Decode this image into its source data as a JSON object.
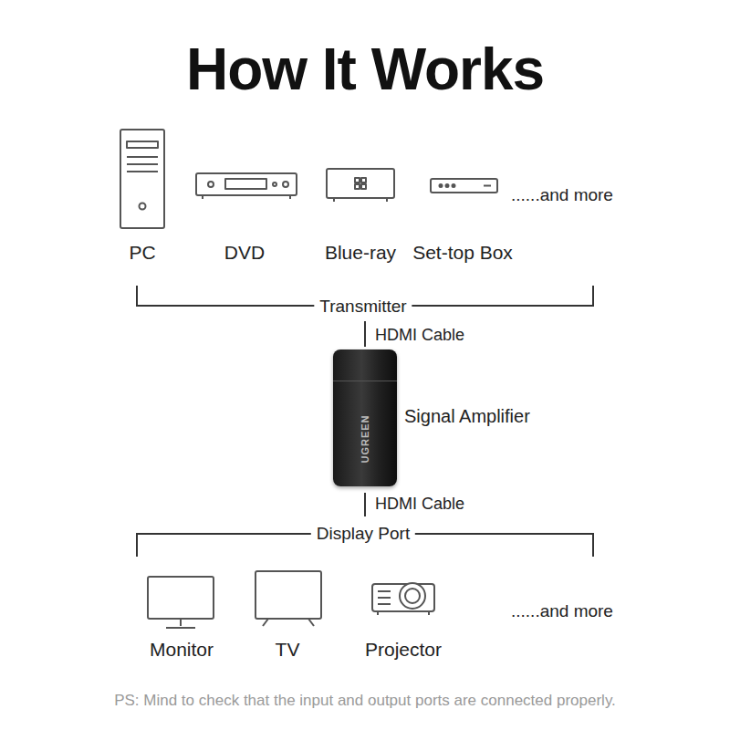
{
  "diagram": {
    "title": "How It Works",
    "caption": "PS: Mind to check that the input and output ports are connected properly.",
    "nodes": [
      {
        "text": [
          "UGREEN",
          "Signal Amplifier"
        ]
      }
    ],
    "labels": [
      "PC",
      "DVD",
      "Blue-ray",
      "Set-top Box",
      "......and more",
      "Transmitter",
      "HDMI Cable",
      "HDMI Cable",
      "Display Port",
      "Monitor",
      "TV",
      "Projector",
      "......and more"
    ]
  }
}
